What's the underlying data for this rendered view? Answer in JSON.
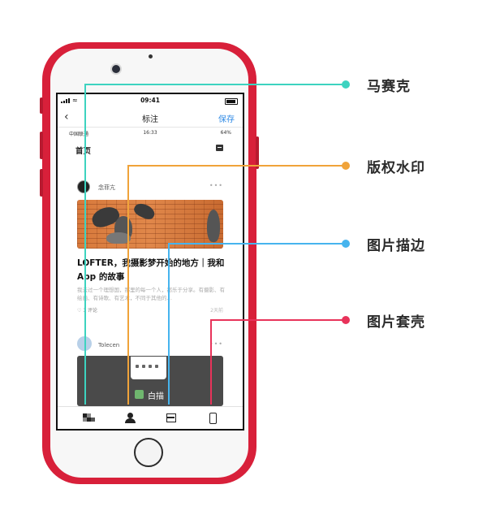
{
  "phone_screen": {
    "status_bar": {
      "time": "09:41"
    },
    "nav": {
      "back_icon": "chevron-left-icon",
      "title": "标注",
      "save_label": "保存"
    },
    "preview": {
      "status": {
        "carrier": "中国联通",
        "time": "16:33",
        "battery": "64%"
      },
      "header_title": "首页",
      "post1": {
        "author": "念菲亢",
        "headline": "LOFTER，我摄影梦开始的地方｜我和 App 的故事",
        "excerpt": "我去过一个理想国，那里的每一个人，都乐于分享。有摄影、有绘画、有诗歌、有艺术，不同于其他的…",
        "comments": "3 评论",
        "date": "2天前"
      },
      "post2": {
        "author": "Tolecen"
      }
    },
    "floating_label": "白描",
    "toolbar": [
      {
        "name": "mosaic",
        "icon": "mosaic-icon"
      },
      {
        "name": "watermark",
        "icon": "user-stamp-icon"
      },
      {
        "name": "border",
        "icon": "frame-icon"
      },
      {
        "name": "case",
        "icon": "phone-case-icon"
      }
    ]
  },
  "callouts": [
    {
      "label": "马赛克",
      "color": "#3dd3c0"
    },
    {
      "label": "版权水印",
      "color": "#f0a33a"
    },
    {
      "label": "图片描边",
      "color": "#46b4ee"
    },
    {
      "label": "图片套壳",
      "color": "#e8335a"
    }
  ]
}
